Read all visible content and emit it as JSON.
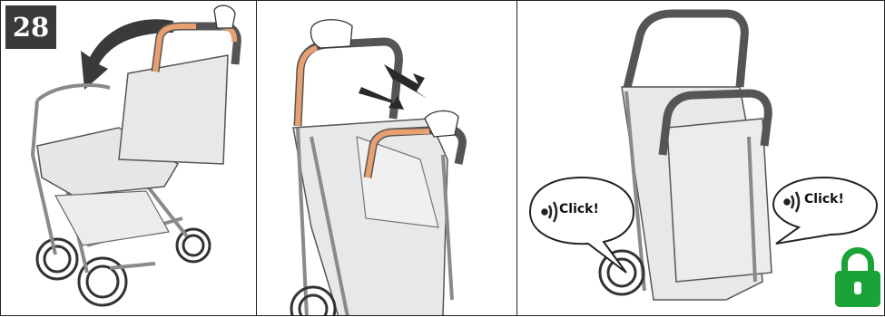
{
  "step": {
    "number": "28"
  },
  "panels": [
    {
      "id": "fold-seat-forward"
    },
    {
      "id": "lift-handle"
    },
    {
      "id": "folded-locked"
    }
  ],
  "sounds": {
    "left_label": "Click!",
    "right_label": "Click!"
  },
  "colors": {
    "frame": "#8a8a8a",
    "fabric": "#e6e6e6",
    "handle_accent": "#e9a070",
    "lock": "#1aa337",
    "step_badge": "#3a3a3a"
  },
  "icons": [
    "curved-arrow-icon",
    "double-arrow-icon",
    "sound-icon",
    "padlock-icon"
  ]
}
